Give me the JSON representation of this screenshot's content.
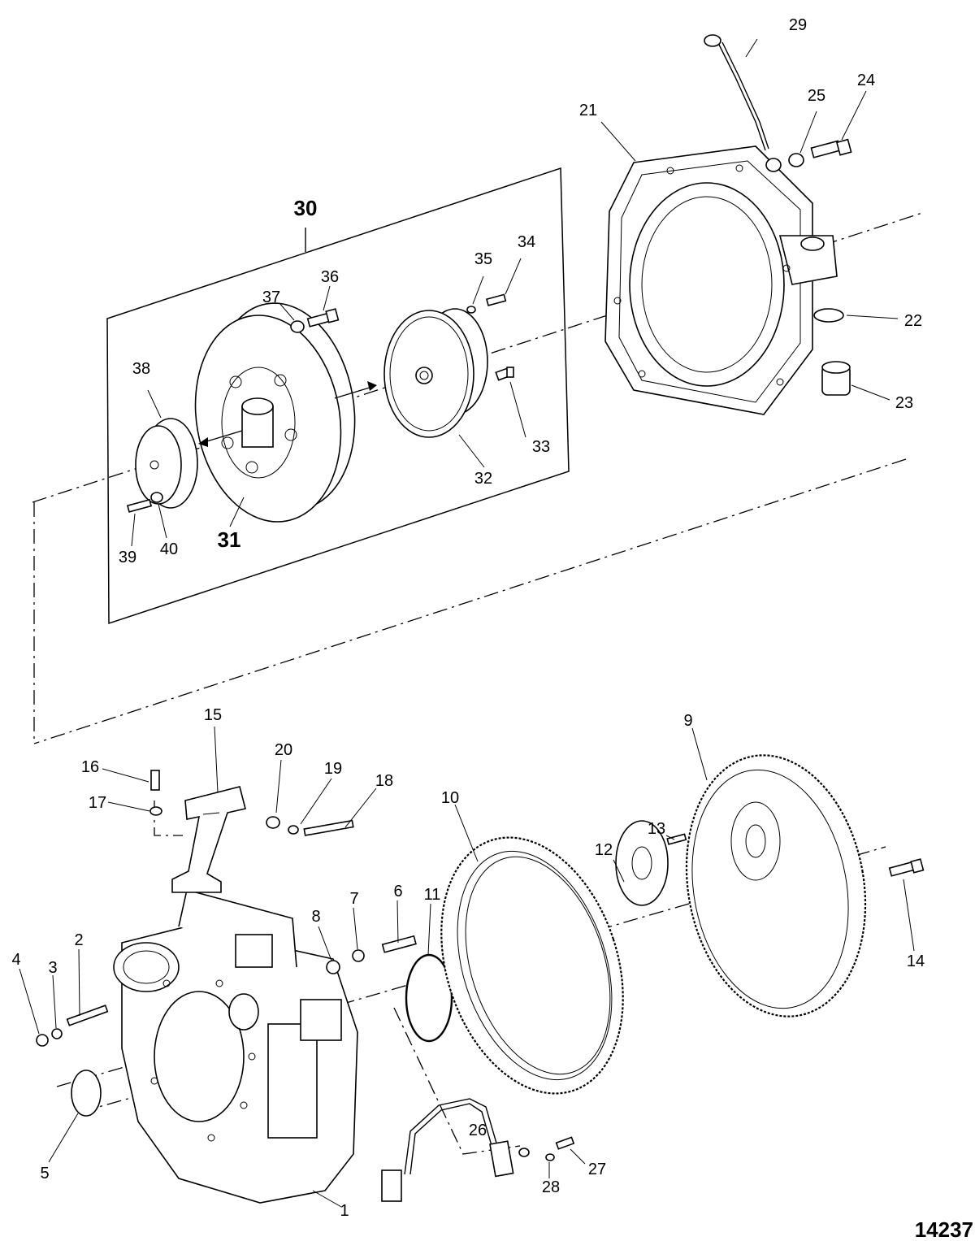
{
  "document_number": "14237",
  "callouts": {
    "c1": "1",
    "c2": "2",
    "c3": "3",
    "c4": "4",
    "c5": "5",
    "c6": "6",
    "c7": "7",
    "c8": "8",
    "c9": "9",
    "c10": "10",
    "c11": "11",
    "c12": "12",
    "c13": "13",
    "c14": "14",
    "c15": "15",
    "c16": "16",
    "c17": "17",
    "c18": "18",
    "c19": "19",
    "c20": "20",
    "c21": "21",
    "c22": "22",
    "c23": "23",
    "c24": "24",
    "c25": "25",
    "c26": "26",
    "c27": "27",
    "c28": "28",
    "c29": "29",
    "c30": "30",
    "c31": "31",
    "c32": "32",
    "c33": "33",
    "c34": "34",
    "c35": "35",
    "c36": "36",
    "c37": "37",
    "c38": "38",
    "c39": "39",
    "c40": "40"
  }
}
